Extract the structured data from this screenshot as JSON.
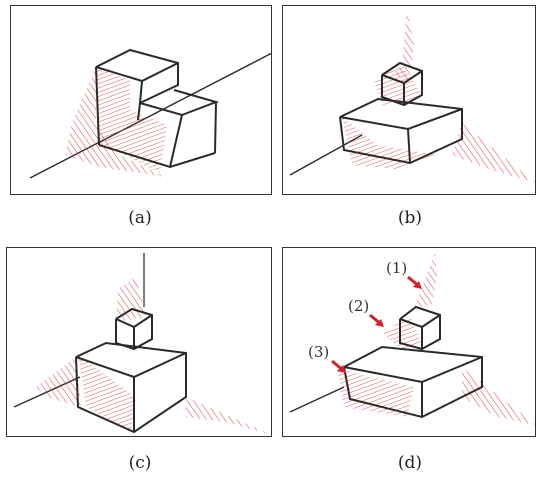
{
  "figure": {
    "panels": [
      {
        "caption": "(a)"
      },
      {
        "caption": "(b)"
      },
      {
        "caption": "(c)"
      },
      {
        "caption": "(d)",
        "callouts": [
          "(1)",
          "(2)",
          "(3)"
        ]
      }
    ]
  },
  "colors": {
    "frame": "#333333",
    "ink": "#2a2a2a",
    "shadow": "#e0283a",
    "arrow": "#d4202a"
  }
}
